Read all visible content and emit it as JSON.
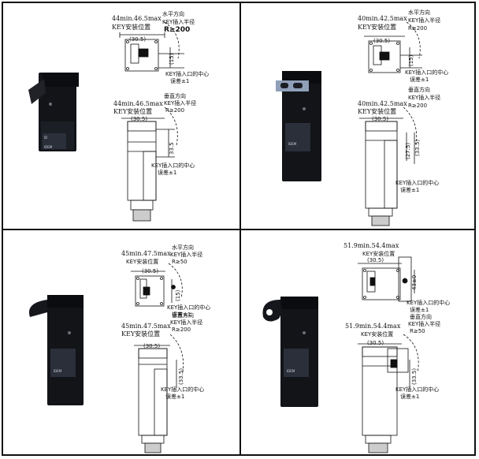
{
  "panels": [
    {
      "horizontal_direction": "水平方向",
      "key_insert_radius_h": "KEY插入半径",
      "install_range_h": "44min.46.5max",
      "install_position_h": "KEY安装位置",
      "radius_h": "R≥200",
      "width_h": "(30.5)",
      "dim_h": "(15)",
      "center_h": "KEY插入口的中心",
      "tolerance_h": "误差±1",
      "vertical_direction": "垂直方向",
      "key_insert_radius_v": "KEY插入半径",
      "install_range_v": "44min.46.5max",
      "install_position_v": "KEY安装位置",
      "radius_v": "R≥200",
      "width_v": "(30.5)",
      "dim_v": "33.5",
      "center_v": "KEY插入口的中心",
      "tolerance_v": "误差±1",
      "brand": "IDEM"
    },
    {
      "horizontal_direction": "水平方向",
      "key_insert_radius_h": "KEY插入半径",
      "install_range_h": "40min.42.5max",
      "install_position_h": "KEY安装位置",
      "radius_h": "R≥200",
      "width_h": "(30.5)",
      "dim_h": "(15)",
      "center_h": "KEY插入口的中心",
      "tolerance_h": "误差±1",
      "vertical_direction": "垂直方向",
      "key_insert_radius_v": "KEY插入半径",
      "install_range_v": "40min.42.5max",
      "install_position_v": "KEY安装位置",
      "radius_v": "R≥200",
      "width_v": "(30.5)",
      "dim_v": "(33.5)",
      "dim_v2": "(27.5)",
      "center_v": "KEY插入口的中心",
      "tolerance_v": "误差±1",
      "brand": "IDEM"
    },
    {
      "horizontal_direction": "水平方向",
      "key_insert_radius_h": "KEY插入半径",
      "install_range_h": "45min.47.5max",
      "install_position_h": "KEY安装位置",
      "radius_h": "R≥50",
      "width_h": "(30.5)",
      "dim_h": "(15)",
      "center_h": "KEY插入口的中心",
      "tolerance_h": "误差±1",
      "vertical_direction": "垂直方向",
      "key_insert_radius_v": "KEY插入半径",
      "install_range_v": "45min.47.5max",
      "install_position_v": "KEY安装位置",
      "radius_v": "R≥200",
      "width_v": "(30.5)",
      "dim_v": "(33.5)",
      "center_v": "KEY插入口的中心",
      "tolerance_v": "误差±1",
      "brand": "IDEM"
    },
    {
      "horizontal_direction": "",
      "key_insert_radius_h": "",
      "install_range_h": "51.9min.54.4max",
      "install_position_h": "KEY安装位置",
      "radius_h": "",
      "width_h": "(30.5)",
      "dim_h": "43±0",
      "center_h": "KEY插入口的中心",
      "tolerance_h": "误差±1",
      "vertical_direction": "垂直方向",
      "key_insert_radius_v": "KEY插入半径",
      "install_range_v": "51.9min.54.4max",
      "install_position_v": "KEY安装位置",
      "radius_v": "R≥50",
      "width_v": "(30.5)",
      "dim_v": "(33.5)",
      "center_v": "KEY插入口的中心",
      "tolerance_v": "误差±1",
      "brand": "IDEM"
    }
  ]
}
